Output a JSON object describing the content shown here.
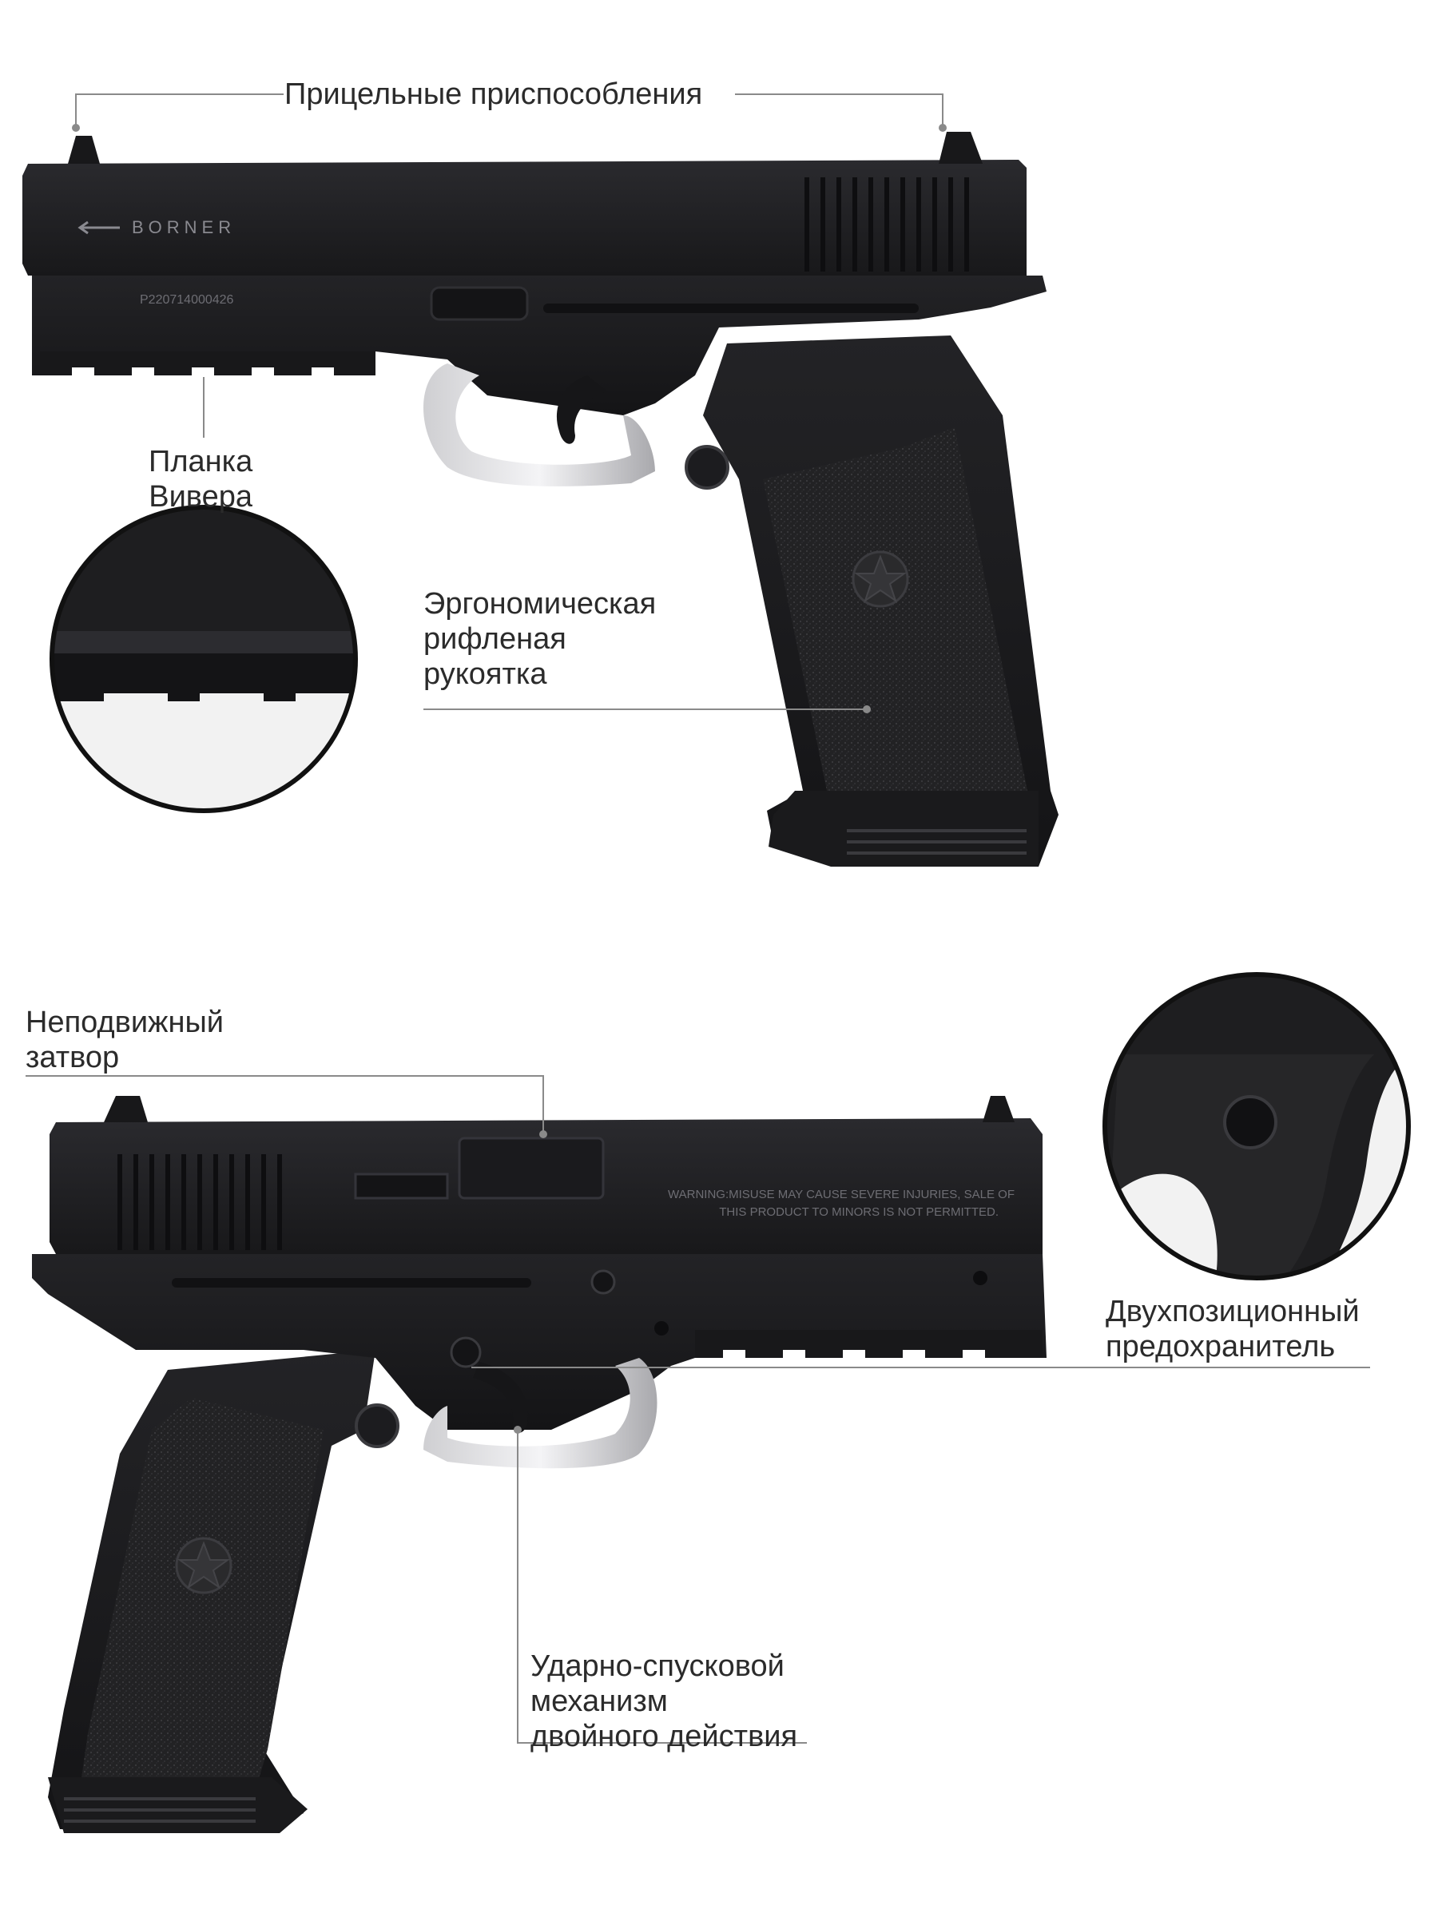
{
  "labels": {
    "sights": "Прицельные приспособления",
    "rail": [
      "Планка",
      "Вивера"
    ],
    "grip": [
      "Эргономическая",
      "рифленая",
      "рукоятка"
    ],
    "slide": [
      "Неподвижный",
      "затвор"
    ],
    "safety": [
      "Двухпозиционный",
      "предохранитель"
    ],
    "trigger": [
      "Ударно-спусковой",
      "механизм",
      "двойного действия"
    ]
  },
  "pistol_markings": {
    "brand": "BORNER",
    "serial": "P220714000426",
    "warning": [
      "WARNING:MISUSE MAY CAUSE SEVERE INJURIES, SALE OF",
      "THIS PRODUCT TO MINORS IS NOT PERMITTED."
    ]
  },
  "colors": {
    "background": "#ffffff",
    "gun_body": "#1c1c1e",
    "gun_slide": "#222225",
    "gun_highlight": "#3a3a3e",
    "grip_texture": "#262628",
    "label_text": "#2b2b2b",
    "leader_line": "#8a8a8a"
  },
  "icons": [
    "star-emblem-icon",
    "borner-logo-icon"
  ]
}
